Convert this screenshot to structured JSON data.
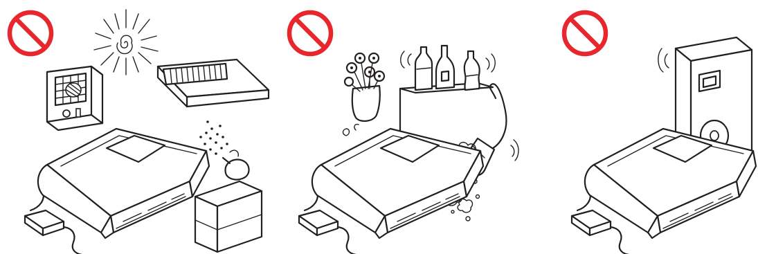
{
  "colors": {
    "prohibition": "#e8262d",
    "line": "#231f20",
    "background": "#ffffff"
  },
  "panels": [
    {
      "id": "panel-1",
      "prohibition_icon": "prohibition-icon",
      "hazards": [
        "heater-icon",
        "sun-icon",
        "air-conditioner-icon",
        "humidifier-icon"
      ],
      "device": "scanner-icon"
    },
    {
      "id": "panel-2",
      "prohibition_icon": "prohibition-icon",
      "hazards": [
        "flower-vase-icon",
        "bottles-icon",
        "shelf-icon",
        "dust-brush-icon",
        "dust-cloud-icon"
      ],
      "device": "scanner-icon"
    },
    {
      "id": "panel-3",
      "prohibition_icon": "prohibition-icon",
      "hazards": [
        "loudspeaker-icon"
      ],
      "device": "scanner-icon"
    }
  ]
}
